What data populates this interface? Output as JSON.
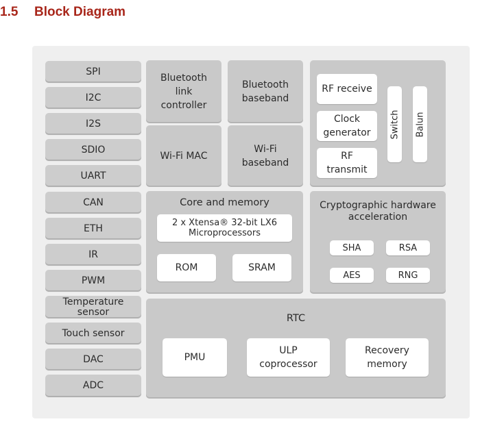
{
  "heading": {
    "number": "1.5",
    "title": "Block Diagram"
  },
  "peripherals": [
    "SPI",
    "I2C",
    "I2S",
    "SDIO",
    "UART",
    "CAN",
    "ETH",
    "IR",
    "PWM",
    "Temperature\nsensor",
    "Touch sensor",
    "DAC",
    "ADC"
  ],
  "bluetooth": {
    "link_controller": "Bluetooth\nlink\ncontroller",
    "baseband": "Bluetooth\nbaseband"
  },
  "wifi": {
    "mac": "Wi-Fi MAC",
    "baseband": "Wi-Fi\nbaseband"
  },
  "rf": {
    "receive": "RF receive",
    "clock": "Clock\ngenerator",
    "transmit": "RF\ntransmit",
    "switch": "Switch",
    "balun": "Balun"
  },
  "core": {
    "title": "Core and memory",
    "cpu": "2 x Xtensa® 32-bit LX6\nMicroprocessors",
    "rom": "ROM",
    "sram": "SRAM"
  },
  "crypto": {
    "title": "Cryptographic hardware\nacceleration",
    "sha": "SHA",
    "rsa": "RSA",
    "aes": "AES",
    "rng": "RNG"
  },
  "rtc": {
    "title": "RTC",
    "pmu": "PMU",
    "ulp": "ULP\ncoprocessor",
    "recovery": "Recovery\nmemory"
  }
}
